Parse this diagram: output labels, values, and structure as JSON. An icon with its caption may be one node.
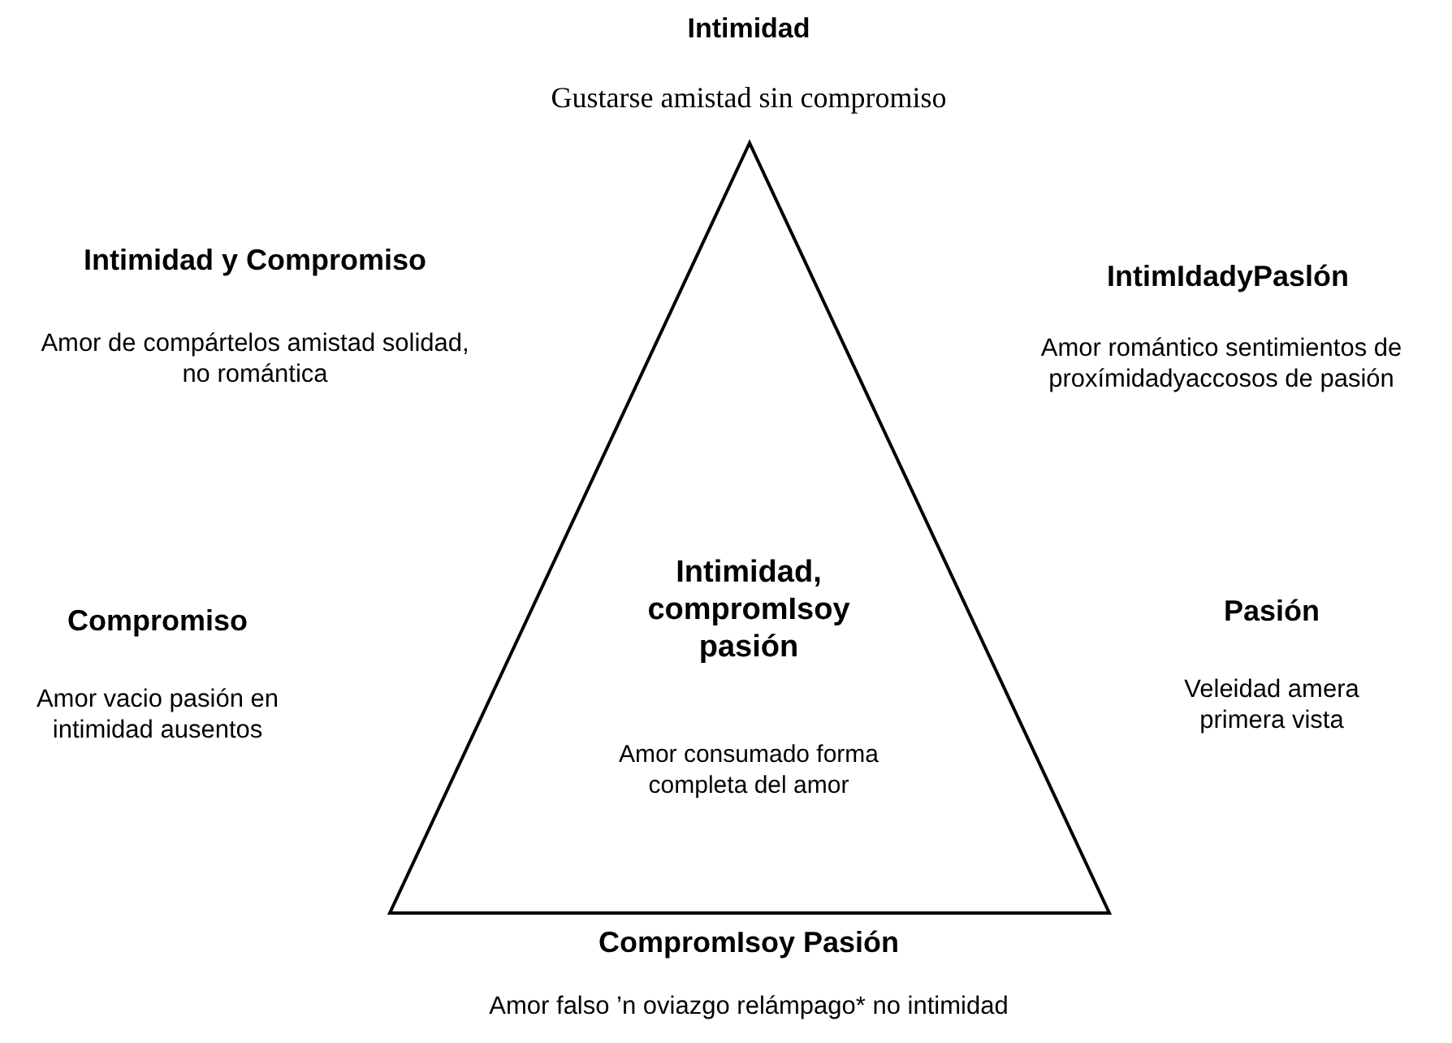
{
  "diagram": {
    "nodes": [
      {
        "text": [
          "Intimidad, compromIsoy pasión",
          "Amor consumado forma completa del amor"
        ]
      }
    ],
    "edges": [],
    "labels": [
      "Intimidad",
      "Gustarse amistad sin compromiso",
      "Intimidad y Compromiso",
      "Amor de compártelos amistad solidad, no romántica",
      "IntimIdadyPaslón",
      "Amor romántico sentimientos de proxímidadyaccosos de pasión",
      "Compromiso",
      "Amor vacio pasión en intimidad ausentos",
      "Pasión",
      "Veleidad amera primera vista",
      "CompromIsoy Pasión",
      "Amor falso ’n oviazgo relámpago* no intimidad"
    ]
  }
}
